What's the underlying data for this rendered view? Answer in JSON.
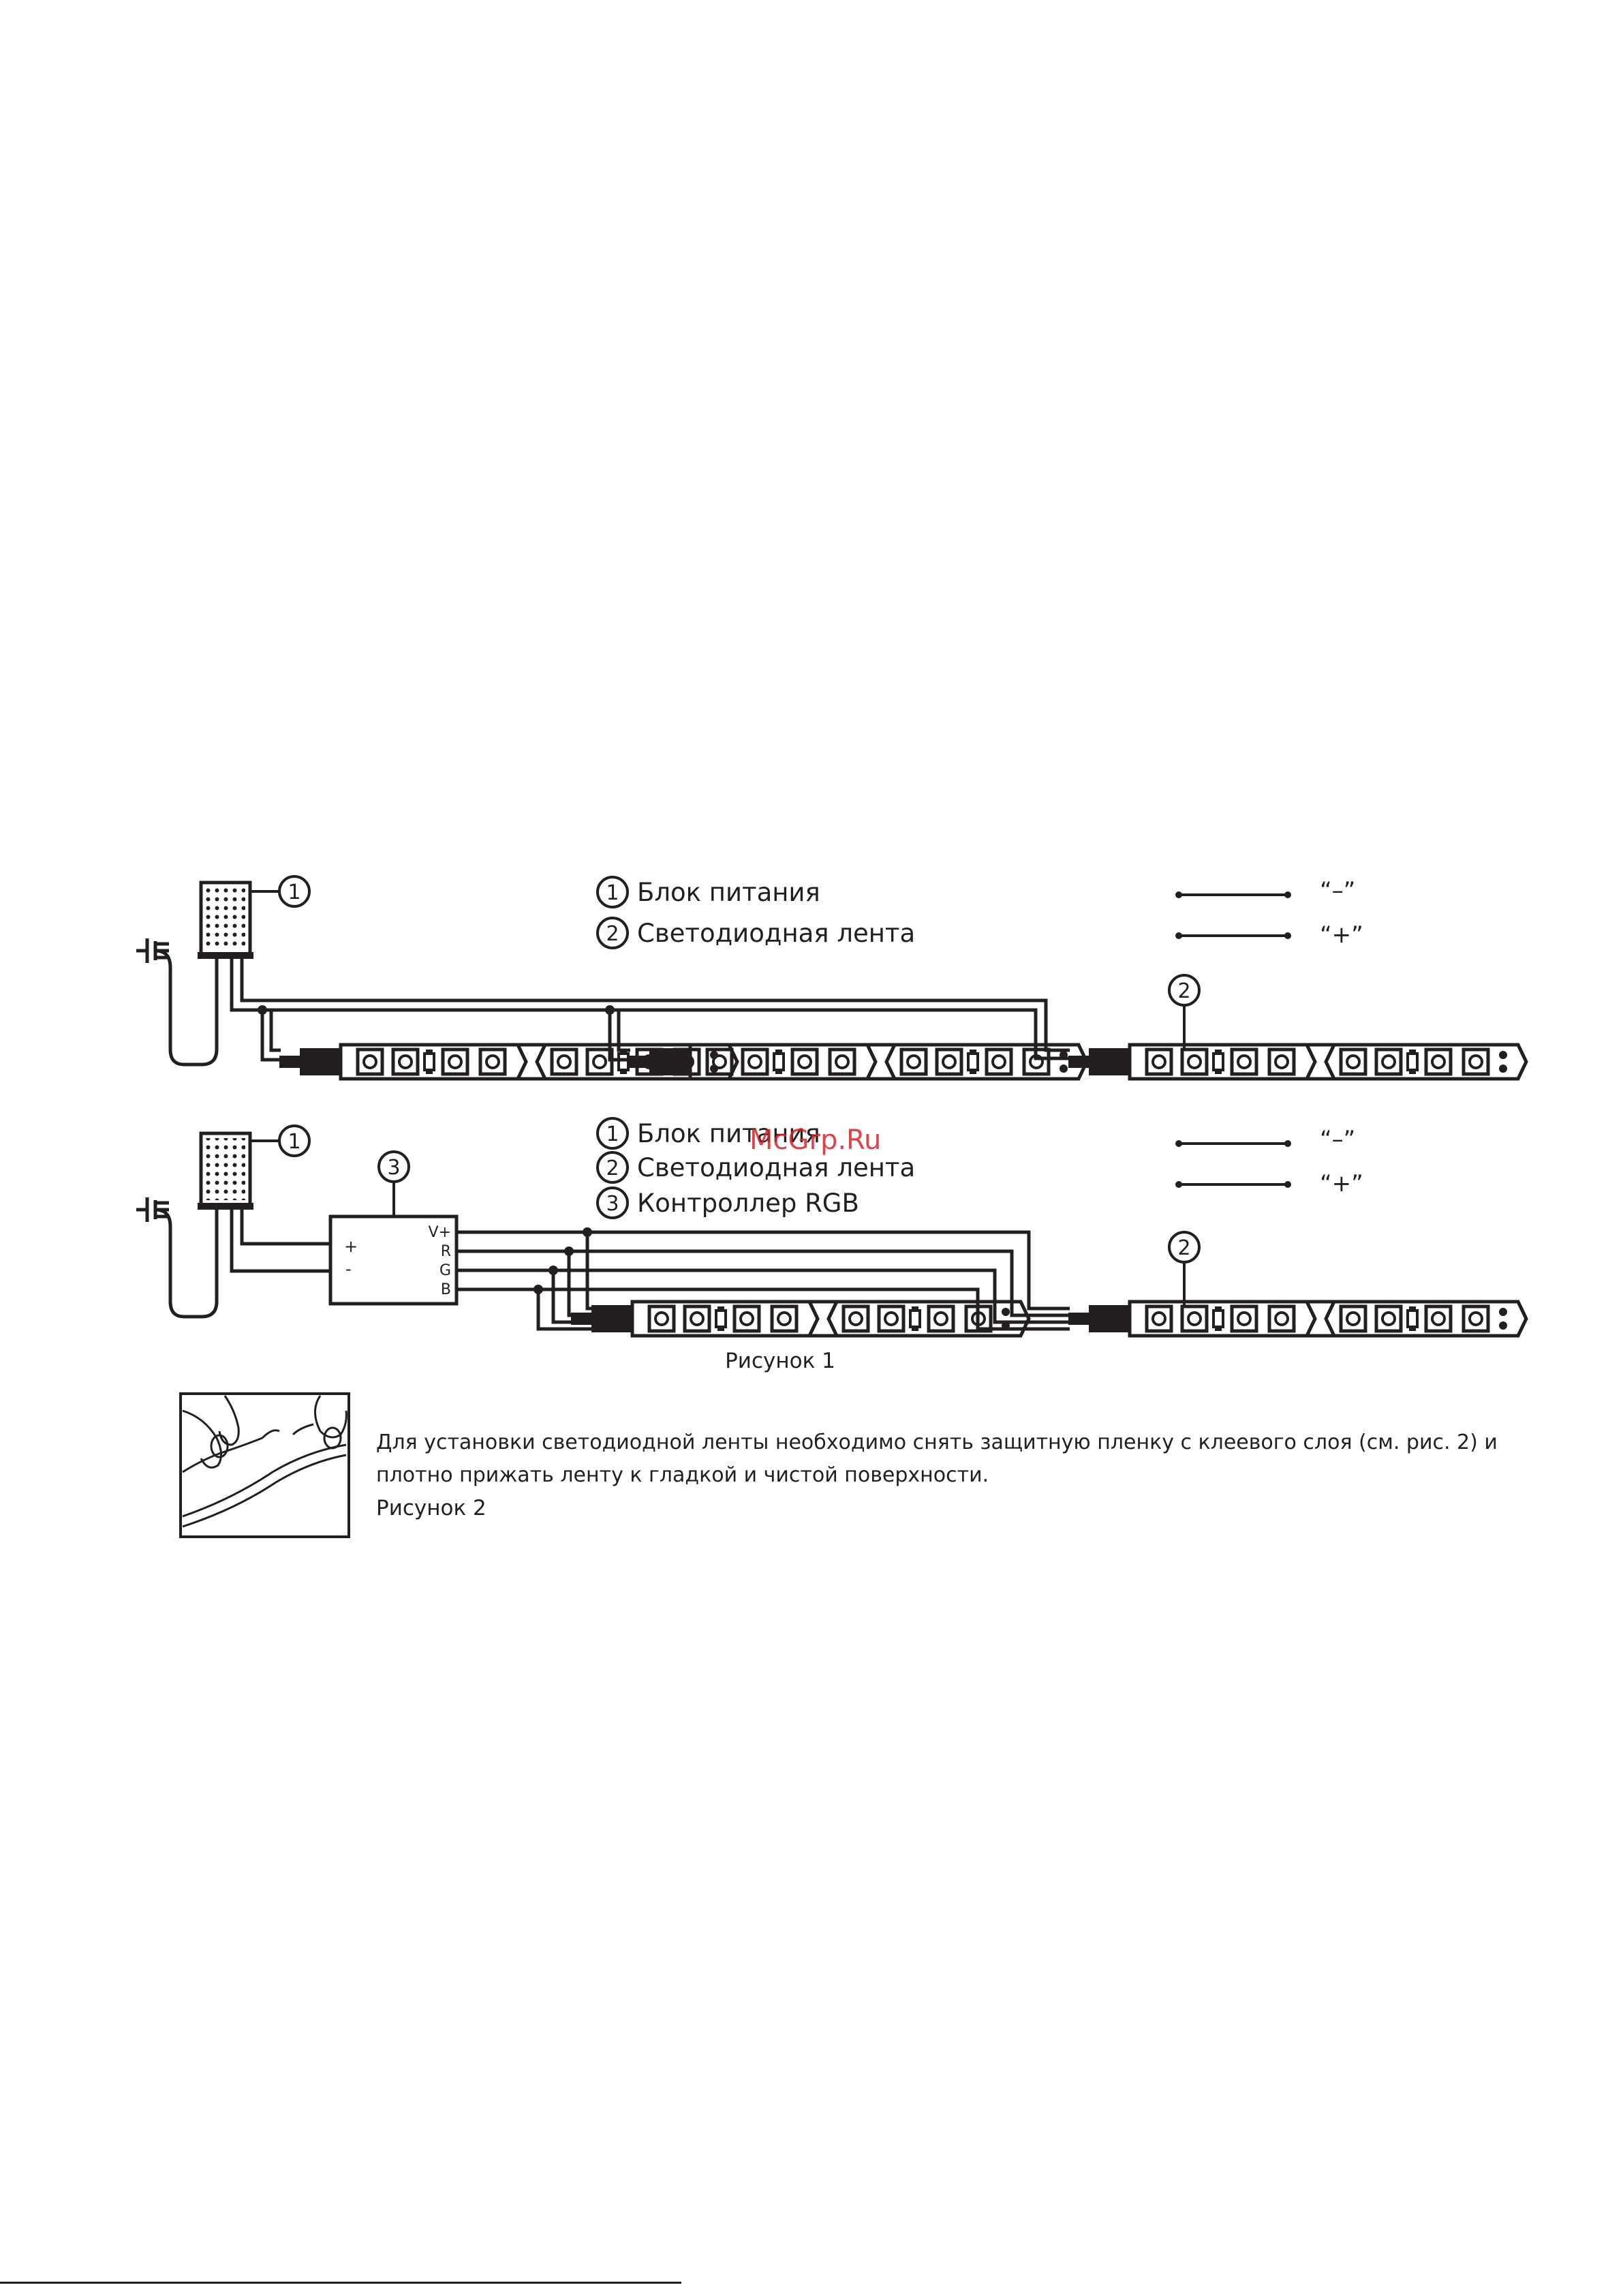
{
  "legend_top": {
    "items": [
      {
        "num": "1",
        "label": "Блок питания"
      },
      {
        "num": "2",
        "label": "Светодиодная лента"
      }
    ]
  },
  "legend_bottom": {
    "items": [
      {
        "num": "1",
        "label": "Блок питания"
      },
      {
        "num": "2",
        "label": "Светодиодная лента"
      },
      {
        "num": "3",
        "label": "Контроллер RGB"
      }
    ]
  },
  "polarity": {
    "minus": "“–”",
    "plus": "“+”"
  },
  "callouts": {
    "psu": "1",
    "strip": "2",
    "controller": "3"
  },
  "controller": {
    "in_plus": "+",
    "in_minus": "-",
    "outputs": [
      "V+",
      "R",
      "G",
      "B"
    ]
  },
  "captions": {
    "figure1": "Рисунок 1",
    "figure2": "Рисунок 2"
  },
  "description": "Для установки светодиодной ленты необходимо снять защитную пленку с клеевого слоя (см. рис. 2) и плотно прижать ленту к гладкой и чистой поверхности.",
  "watermark": "McGrp.Ru"
}
